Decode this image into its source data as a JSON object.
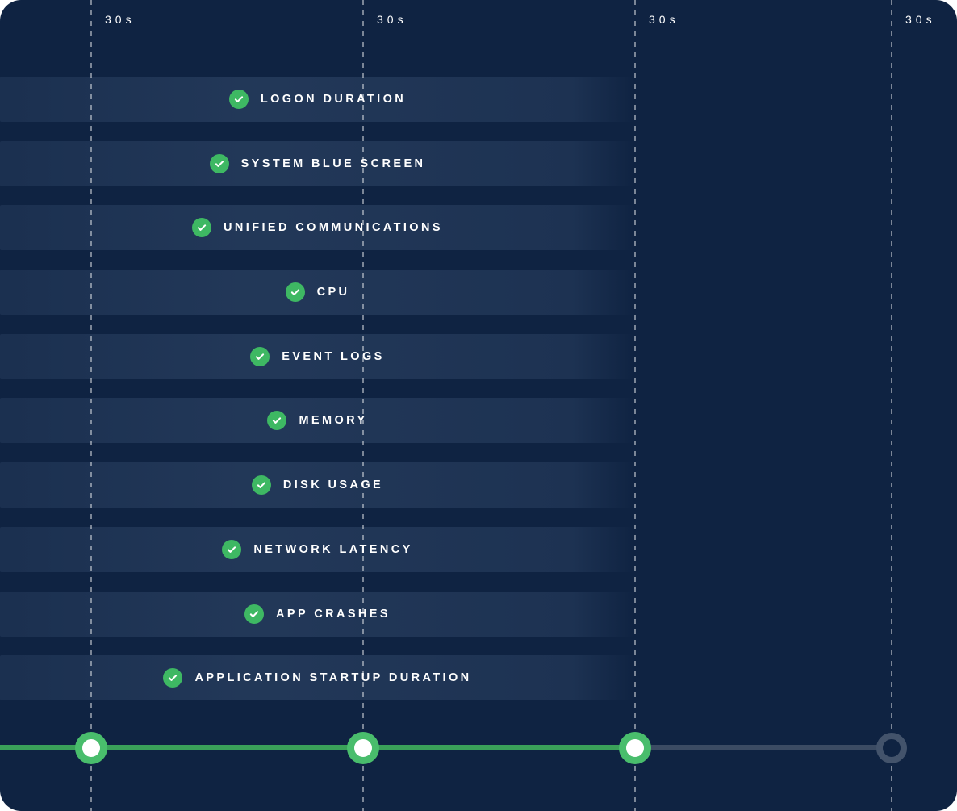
{
  "theme": {
    "background": "#0f2342",
    "green": "#3eb863",
    "line_green": "#3aa159",
    "line_gray": "#3b4b63",
    "ring_green": "#49bd6c",
    "ring_gray": "#43536b",
    "text": "#ffffff"
  },
  "columns": {
    "labels": [
      "30s",
      "30s",
      "30s",
      "30s"
    ]
  },
  "metrics": [
    {
      "label": "LOGON DURATION",
      "status": "complete"
    },
    {
      "label": "SYSTEM BLUE SCREEN",
      "status": "complete"
    },
    {
      "label": "UNIFIED COMMUNICATIONS",
      "status": "complete"
    },
    {
      "label": "CPU",
      "status": "complete"
    },
    {
      "label": "EVENT LOGS",
      "status": "complete"
    },
    {
      "label": "MEMORY",
      "status": "complete"
    },
    {
      "label": "DISK USAGE",
      "status": "complete"
    },
    {
      "label": "NETWORK LATENCY",
      "status": "complete"
    },
    {
      "label": "APP CRASHES",
      "status": "complete"
    },
    {
      "label": "APPLICATION STARTUP DURATION",
      "status": "complete"
    }
  ],
  "timeline": {
    "markers": [
      {
        "state": "complete"
      },
      {
        "state": "complete"
      },
      {
        "state": "complete"
      },
      {
        "state": "pending"
      }
    ]
  }
}
